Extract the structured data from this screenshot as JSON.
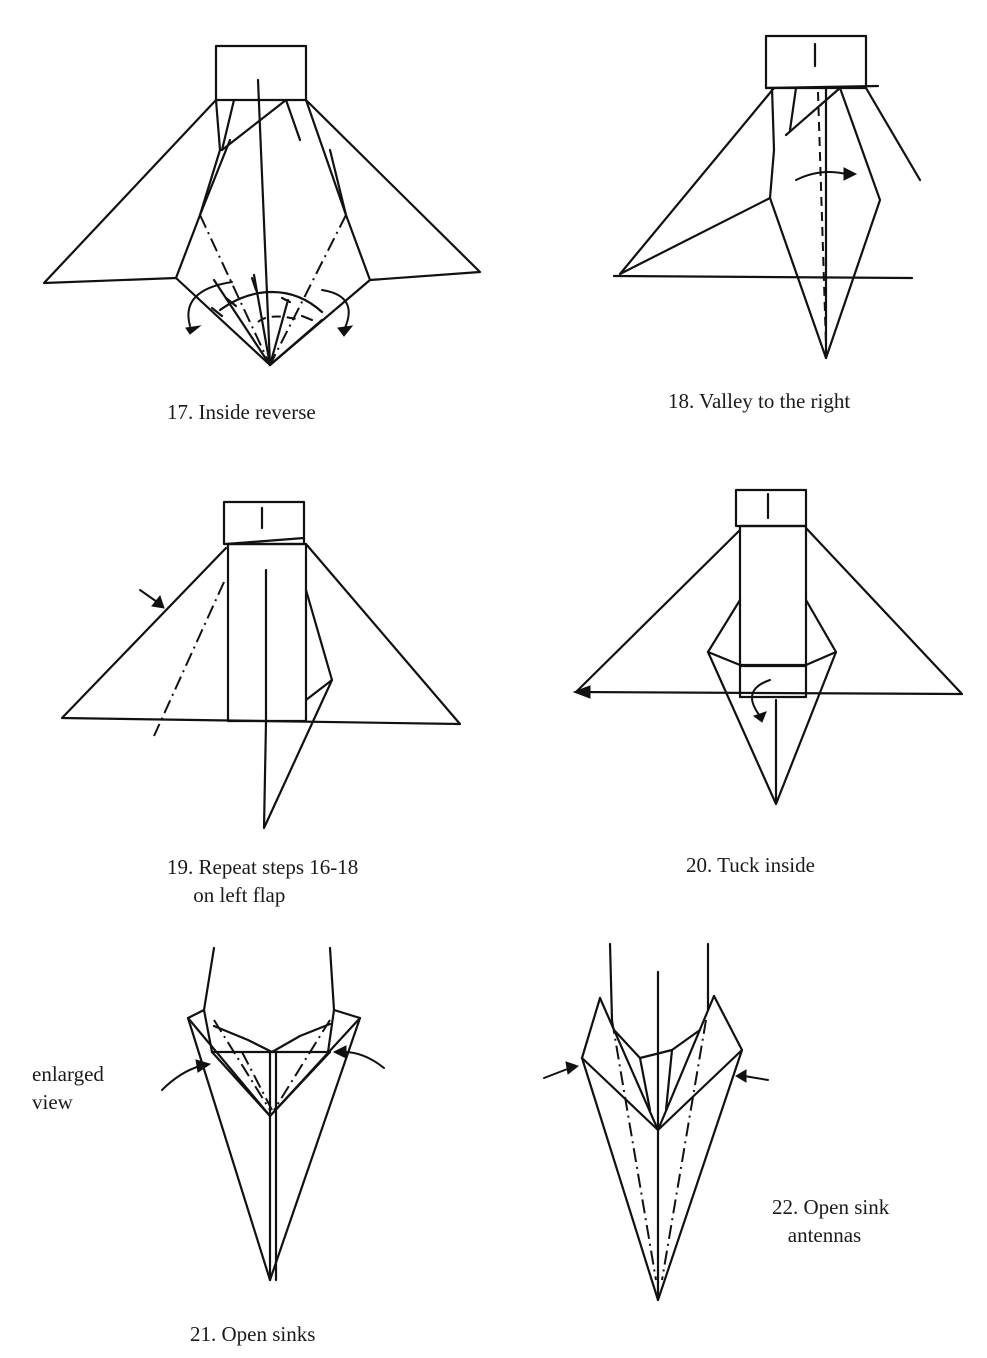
{
  "steps": [
    {
      "id": 17,
      "caption": "17. Inside reverse"
    },
    {
      "id": 18,
      "caption": "18. Valley to the right"
    },
    {
      "id": 19,
      "caption": "19. Repeat steps 16-18\n     on left flap"
    },
    {
      "id": 20,
      "caption": "20. Tuck inside"
    },
    {
      "id": 21,
      "caption": "21. Open sinks"
    },
    {
      "id": 22,
      "caption": "22. Open sink\n   antennas"
    }
  ],
  "side_note": {
    "line1": "enlarged",
    "line2": "view"
  }
}
